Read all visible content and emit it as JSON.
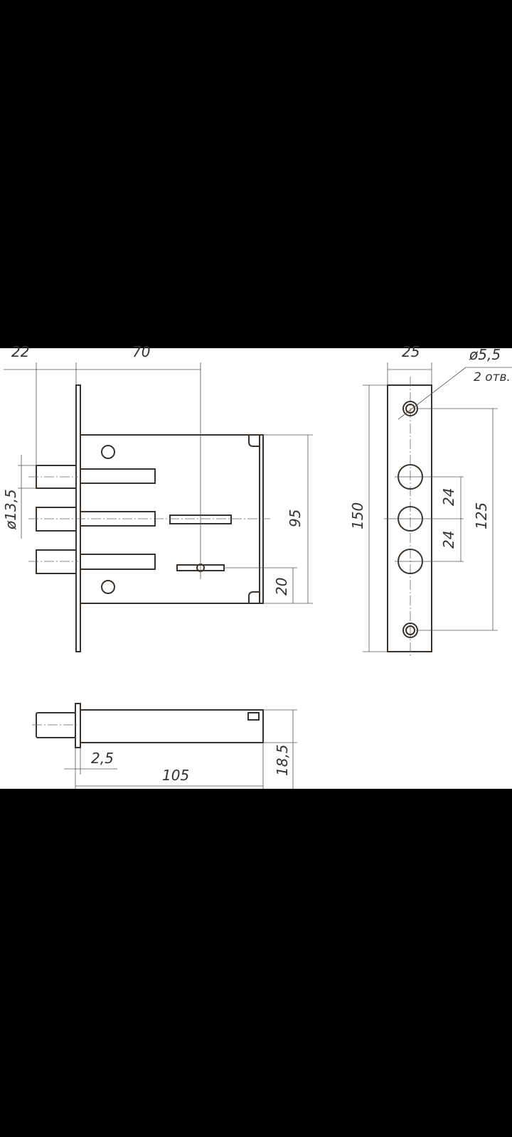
{
  "drawing": {
    "top_view": {
      "dim_bolt_projection": "22",
      "dim_backset": "70",
      "dim_bolt_diameter": "ø13,5",
      "dim_body_height": "95",
      "dim_keyhole_offset": "20"
    },
    "faceplate_view": {
      "dim_width": "25",
      "dim_hole_diameter": "ø5,5",
      "dim_hole_count": "2 отв.",
      "dim_length": "150",
      "dim_hole_spacing": "125",
      "dim_bolt_pitch_upper": "24",
      "dim_bolt_pitch_lower": "24"
    },
    "side_view": {
      "dim_faceplate_thickness": "2,5",
      "dim_body_length": "105",
      "dim_body_thickness": "18,5"
    }
  },
  "colors": {
    "background": "#000000",
    "sheet": "#ffffff",
    "line": "#3a322c"
  }
}
